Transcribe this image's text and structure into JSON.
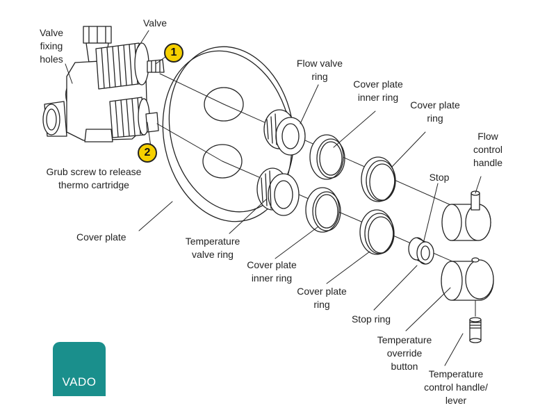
{
  "brand": {
    "name": "VADO",
    "color": "#1a8f8c"
  },
  "badge_color": "#f6d000",
  "badges": {
    "one": "1",
    "two": "2"
  },
  "labels": {
    "valve": "Valve",
    "valve_fixing_holes": "Valve\nfixing\nholes",
    "grub_screw": "Grub screw to release\nthermo cartridge",
    "cover_plate": "Cover plate",
    "flow_valve_ring": "Flow valve\nring",
    "cover_plate_inner_ring_top": "Cover plate\ninner ring",
    "cover_plate_ring_top": "Cover plate\nring",
    "flow_control_handle": "Flow\ncontrol\nhandle",
    "stop": "Stop",
    "temperature_valve_ring": "Temperature\nvalve ring",
    "cover_plate_inner_ring_bottom": "Cover plate\ninner ring",
    "cover_plate_ring_bottom": "Cover plate\nring",
    "stop_ring": "Stop ring",
    "temperature_override_button": "Temperature\noverride\nbutton",
    "temperature_control_handle": "Temperature\ncontrol handle/\nlever"
  }
}
